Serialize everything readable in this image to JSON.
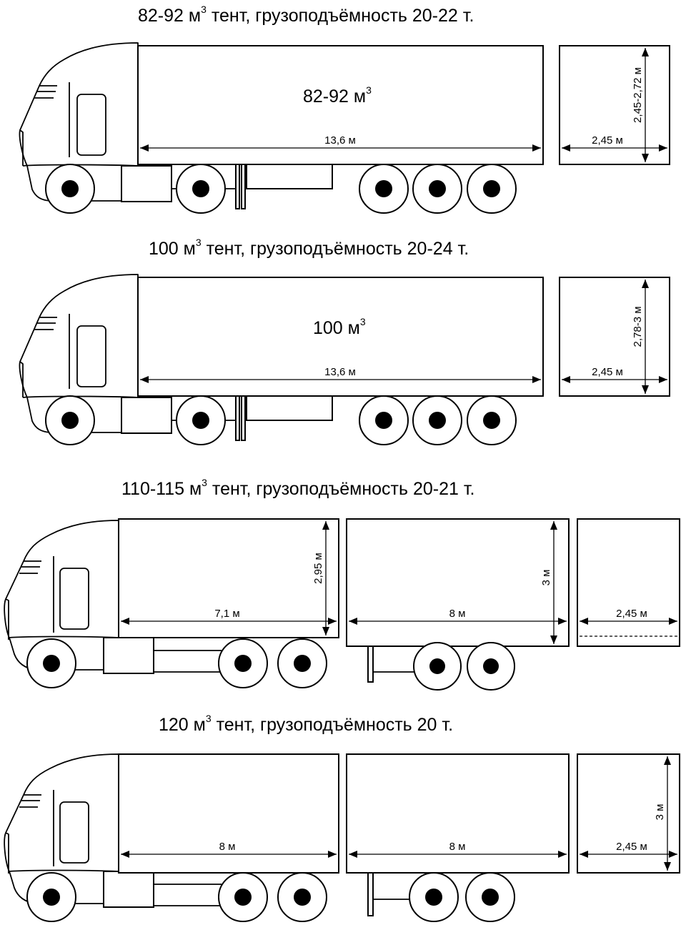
{
  "rows": [
    {
      "title_main": "82-92 м",
      "title_sup": "3",
      "title_rest": " тент, грузоподъёмность 20-22 т.",
      "volume_main": "82-92 м",
      "volume_sup": "3",
      "length": "13,6 м",
      "end_width": "2,45 м",
      "end_height": "2,45-2,72 м"
    },
    {
      "title_main": "100 м",
      "title_sup": "3",
      "title_rest": " тент, грузоподъёмность 20-24 т.",
      "volume_main": "100 м",
      "volume_sup": "3",
      "length": "13,6 м",
      "end_width": "2,45 м",
      "end_height": "2,78-3 м"
    },
    {
      "title_main": "110-115 м",
      "title_sup": "3",
      "title_rest": " тент, грузоподъёмность 20-21 т.",
      "truck_length": "7,1 м",
      "truck_height": "2,95 м",
      "trailer_length": "8 м",
      "trailer_height": "3 м",
      "end_width": "2,45 м"
    },
    {
      "title_main": "120 м",
      "title_sup": "3",
      "title_rest": " тент, грузоподъёмность 20 т.",
      "truck_length": "8 м",
      "trailer_length": "8 м",
      "end_width": "2,45 м",
      "end_height": "3 м"
    }
  ]
}
